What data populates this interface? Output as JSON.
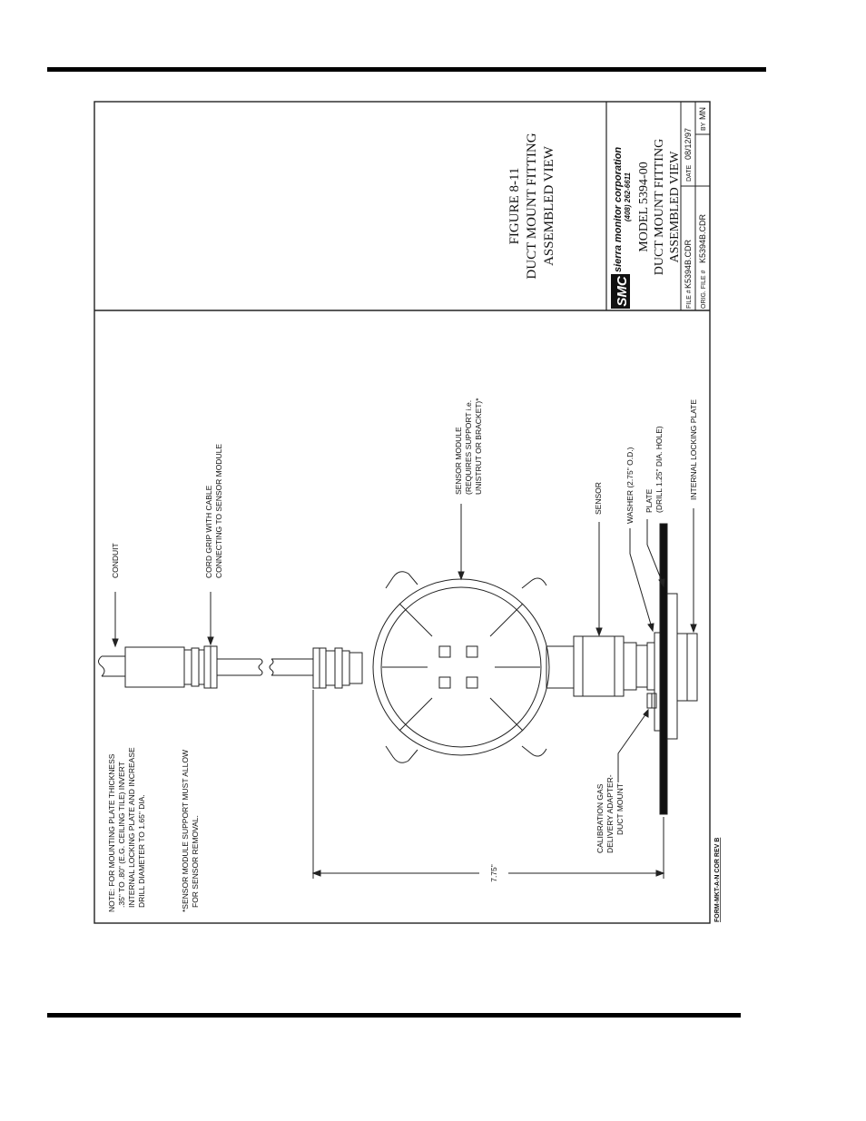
{
  "page": {
    "title_block": {
      "figure_number": "FIGURE 8-11",
      "figure_title_1": "DUCT MOUNT FITTING",
      "figure_title_2": "ASSEMBLED VIEW",
      "company_name": "sierra monitor corporation",
      "company_phone": "(408) 262-6611",
      "logo_text": "SMC",
      "model": "MODEL 5394-00",
      "drawing_title_1": "DUCT MOUNT FITTING",
      "drawing_title_2": "ASSEMBLED VIEW",
      "file_label": "FILE #",
      "file_value": "K5394B.CDR",
      "orig_file_label": "ORIG. FILE #",
      "orig_file_value": "K5394B.CDR",
      "date_label": "DATE",
      "date_value": "08/12/97",
      "by_label": "BY",
      "by_value": "MN"
    },
    "notes": {
      "note_1_line_1": "NOTE: FOR MOUNTING PLATE THICKNESS",
      "note_1_line_2": ".35\" TO .80\" (E.G. CEILING TILE) INVERT",
      "note_1_line_3": "INTERNAL LOCKING PLATE AND INCREASE",
      "note_1_line_4": "DRILL DIAMETER TO 1.65\" DIA.",
      "note_2_line_1": "*SENSOR MODULE SUPPORT MUST ALLOW",
      "note_2_line_2": "FOR SENSOR REMOVAL."
    },
    "callouts": {
      "conduit": "CONDUIT",
      "cord_grip_1": "CORD GRIP WITH CABLE",
      "cord_grip_2": "CONNECTING TO SENSOR MODULE",
      "sensor_module_1": "SENSOR MODULE",
      "sensor_module_2": "(REQUIRES SUPPORT i.e.",
      "sensor_module_3": "UNISTRUT OR BRACKET)*",
      "sensor": "SENSOR",
      "washer": "WASHER (2.75\" O.D.)",
      "plate_1": "PLATE",
      "plate_2": "(DRILL 1.25\" DIA. HOLE)",
      "internal_locking_plate": "INTERNAL LOCKING PLATE",
      "calibration_1": "CALIBRATION GAS",
      "calibration_2": "DELIVERY ADAPTER-",
      "calibration_3": "DUCT MOUNT",
      "dimension": "7.75\""
    },
    "form_id": "FORM-MKT-A-N COR  REV B"
  }
}
